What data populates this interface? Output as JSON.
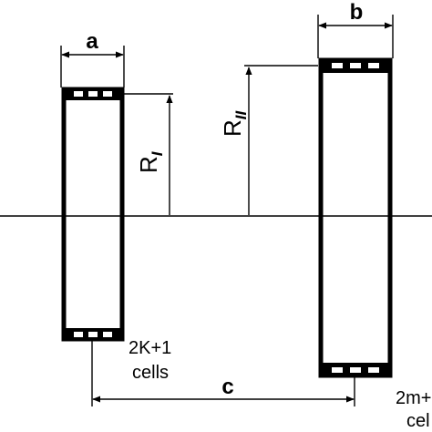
{
  "colors": {
    "ink": "#000000",
    "paper": "#ffffff"
  },
  "labels": {
    "width_a": "a",
    "width_b": "b",
    "distance_c": "c",
    "radius_1_main": "R",
    "radius_1_sub": "I",
    "radius_2_main": "R",
    "radius_2_sub": "II",
    "cells_left_line1": "2K+1",
    "cells_left_line2": "cells",
    "cells_right_line1": "2m+",
    "cells_right_line2": "cel"
  }
}
